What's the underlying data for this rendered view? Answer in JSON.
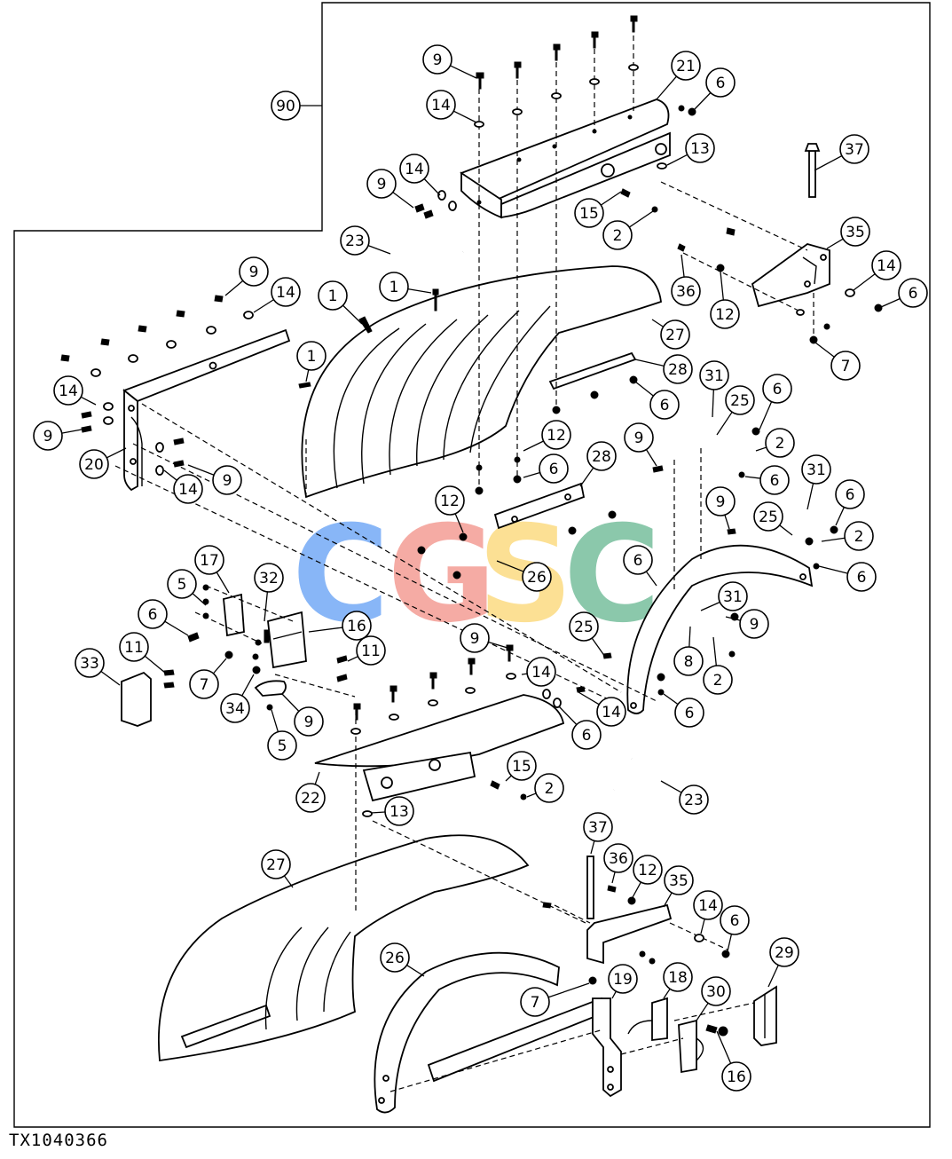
{
  "figure_id": "TX1040366",
  "watermark": {
    "text": "CGSC",
    "letters": [
      {
        "char": "C",
        "color": "#5b9bf4"
      },
      {
        "char": "G",
        "color": "#f28b82"
      },
      {
        "char": "S",
        "color": "#fbd56b"
      },
      {
        "char": "C",
        "color": "#5fb38c"
      }
    ]
  },
  "callouts": [
    {
      "label": "90"
    },
    {
      "label": "9"
    },
    {
      "label": "14"
    },
    {
      "label": "21"
    },
    {
      "label": "6"
    },
    {
      "label": "13"
    },
    {
      "label": "37"
    },
    {
      "label": "9"
    },
    {
      "label": "14"
    },
    {
      "label": "15"
    },
    {
      "label": "2"
    },
    {
      "label": "35"
    },
    {
      "label": "23"
    },
    {
      "label": "14"
    },
    {
      "label": "6"
    },
    {
      "label": "36"
    },
    {
      "label": "12"
    },
    {
      "label": "7"
    },
    {
      "label": "9"
    },
    {
      "label": "14"
    },
    {
      "label": "1"
    },
    {
      "label": "1"
    },
    {
      "label": "27"
    },
    {
      "label": "1"
    },
    {
      "label": "28"
    },
    {
      "label": "6"
    },
    {
      "label": "31"
    },
    {
      "label": "25"
    },
    {
      "label": "6"
    },
    {
      "label": "14"
    },
    {
      "label": "9"
    },
    {
      "label": "12"
    },
    {
      "label": "9"
    },
    {
      "label": "2"
    },
    {
      "label": "20"
    },
    {
      "label": "14"
    },
    {
      "label": "9"
    },
    {
      "label": "6"
    },
    {
      "label": "28"
    },
    {
      "label": "6"
    },
    {
      "label": "31"
    },
    {
      "label": "9"
    },
    {
      "label": "6"
    },
    {
      "label": "12"
    },
    {
      "label": "25"
    },
    {
      "label": "2"
    },
    {
      "label": "6"
    },
    {
      "label": "26"
    },
    {
      "label": "6"
    },
    {
      "label": "17"
    },
    {
      "label": "11"
    },
    {
      "label": "31"
    },
    {
      "label": "5"
    },
    {
      "label": "32"
    },
    {
      "label": "16"
    },
    {
      "label": "6"
    },
    {
      "label": "9"
    },
    {
      "label": "25"
    },
    {
      "label": "8"
    },
    {
      "label": "11"
    },
    {
      "label": "9"
    },
    {
      "label": "14"
    },
    {
      "label": "33"
    },
    {
      "label": "7"
    },
    {
      "label": "2"
    },
    {
      "label": "6"
    },
    {
      "label": "34"
    },
    {
      "label": "9"
    },
    {
      "label": "14"
    },
    {
      "label": "6"
    },
    {
      "label": "5"
    },
    {
      "label": "15"
    },
    {
      "label": "22"
    },
    {
      "label": "2"
    },
    {
      "label": "13"
    },
    {
      "label": "23"
    },
    {
      "label": "37"
    },
    {
      "label": "27"
    },
    {
      "label": "36"
    },
    {
      "label": "12"
    },
    {
      "label": "35"
    },
    {
      "label": "14"
    },
    {
      "label": "6"
    },
    {
      "label": "26"
    },
    {
      "label": "29"
    },
    {
      "label": "7"
    },
    {
      "label": "19"
    },
    {
      "label": "18"
    },
    {
      "label": "30"
    },
    {
      "label": "16"
    }
  ]
}
